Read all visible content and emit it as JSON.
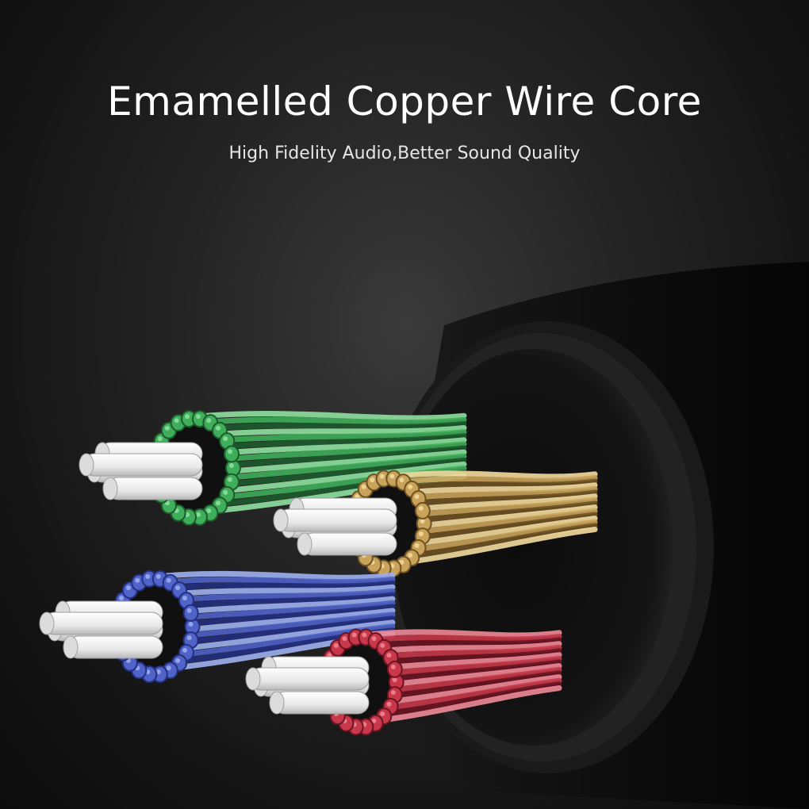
{
  "headline": "Emamelled Copper Wire Core",
  "subline": "High Fidelity Audio,Better Sound Quality",
  "colors": {
    "background": "#1e1e1e",
    "jacket": "#0e0e0e",
    "green_strands": "#3fae5a",
    "gold_strands": "#c9a35a",
    "blue_strands": "#4f63c8",
    "red_strands": "#c8384a",
    "white_fillers": "#f2f2f2"
  },
  "strands": [
    {
      "name": "green",
      "color": "#3fae5a",
      "light": "#8fe0a0",
      "dark": "#1d5a2c"
    },
    {
      "name": "gold",
      "color": "#c9a35a",
      "light": "#f3dca0",
      "dark": "#6e5224"
    },
    {
      "name": "blue",
      "color": "#4f63c8",
      "light": "#9fb0f0",
      "dark": "#233080"
    },
    {
      "name": "red",
      "color": "#c8384a",
      "light": "#f08a98",
      "dark": "#6a1422"
    }
  ]
}
